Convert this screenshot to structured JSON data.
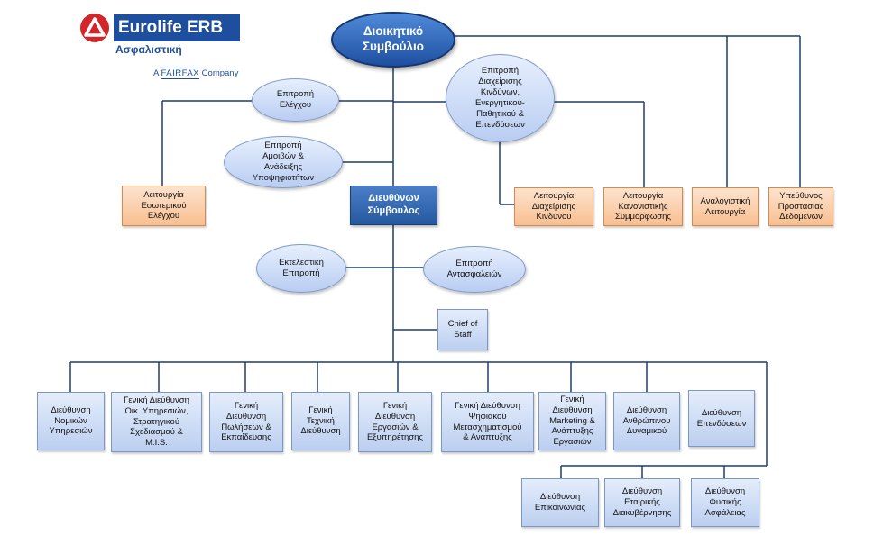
{
  "logo": {
    "icon": "eurolife-logo-icon",
    "name": "Eurolife ERB",
    "subtitle": "Ασφαλιστική",
    "tagline_prefix": "A",
    "tagline_brand": "FAIRFAX",
    "tagline_suffix": "Company",
    "colors": {
      "brand_blue": "#1e4e9e",
      "brand_red": "#d2262b"
    }
  },
  "nodes": {
    "board": "Διοικητικό\nΣυμβούλιο",
    "ceo": "Διευθύνων\nΣύμβουλος",
    "audit_committee": "Επιτροπή\nΕλέγχου",
    "remuneration_committee": "Επιτροπή\nΑμοιβών &\nΑνάδειξης\nΥποψηφιοτήτων",
    "risk_committee": "Επιτροπή\nΔιαχείρισης\nΚινδύνων,\nΕνεργητικού-\nΠαθητικού &\nΕπενδύσεων",
    "executive_committee": "Εκτελεστική\nΕπιτροπή",
    "reinsurance_committee": "Επιτροπή\nΑντασφαλειών",
    "internal_audit": "Λειτουργία\nΕσωτερικού\nΕλέγχου",
    "risk_management": "Λειτουργία\nΔιαχείρισης\nΚινδύνου",
    "compliance": "Λειτουργία\nΚανονιστικής\nΣυμμόρφωσης",
    "actuarial": "Αναλογιστική\nΛειτουργία",
    "dpo": "Υπεύθυνος\nΠροστασίας\nΔεδομένων",
    "chief_of_staff": "Chief of\nStaff",
    "legal": "Διεύθυνση\nΝομικών\nΥπηρεσιών",
    "finance": "Γενική Διεύθυνση\nΟικ. Υπηρεσιών,\nΣτρατηγικού\nΣχεδιασμού &\nM.I.S.",
    "sales": "Γενική\nΔιεύθυνση\nΠωλήσεων &\nΕκπαίδευσης",
    "technical": "Γενική\nΤεχνική\nΔιεύθυνση",
    "operations": "Γενική\nΔιεύθυνση\nΕργασιών &\nΕξυπηρέτησης",
    "digital": "Γενική Διεύθυνση\nΨηφιακού\nΜετασχηματισμού\n& Ανάπτυξης",
    "marketing": "Γενική\nΔιεύθυνση\nMarketing &\nΑνάπτυξης\nΕργασιών",
    "hr": "Διεύθυνση\nΑνθρώπινου\nΔυναμικού",
    "investments": "Διεύθυνση\nΕπενδύσεων",
    "communications": "Διεύθυνση\nΕπικοινωνίας",
    "governance": "Διεύθυνση\nΕταιρικής\nΔιακυβέρνησης",
    "security": "Διεύθυνση\nΦυσικής\nΑσφάλειας"
  }
}
